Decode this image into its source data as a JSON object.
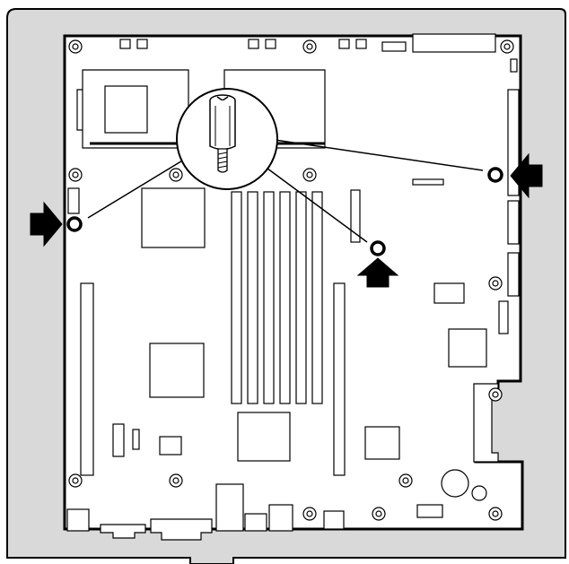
{
  "diagram": {
    "description_text": "",
    "colors": {
      "chassis_fill": "#d9d9d9",
      "board_fill": "#ffffff",
      "outline": "#000000",
      "arrow_fill": "#000000"
    },
    "icons": {
      "standoff_marker": "ring-icon",
      "arrow": "solid-arrow-icon",
      "standoff_detail": "standoff-magnified-icon"
    },
    "counts": {
      "existing_standoffs": 14,
      "new_standoffs": 3,
      "memory_slots": 6,
      "pointer_arrows": 3
    }
  }
}
